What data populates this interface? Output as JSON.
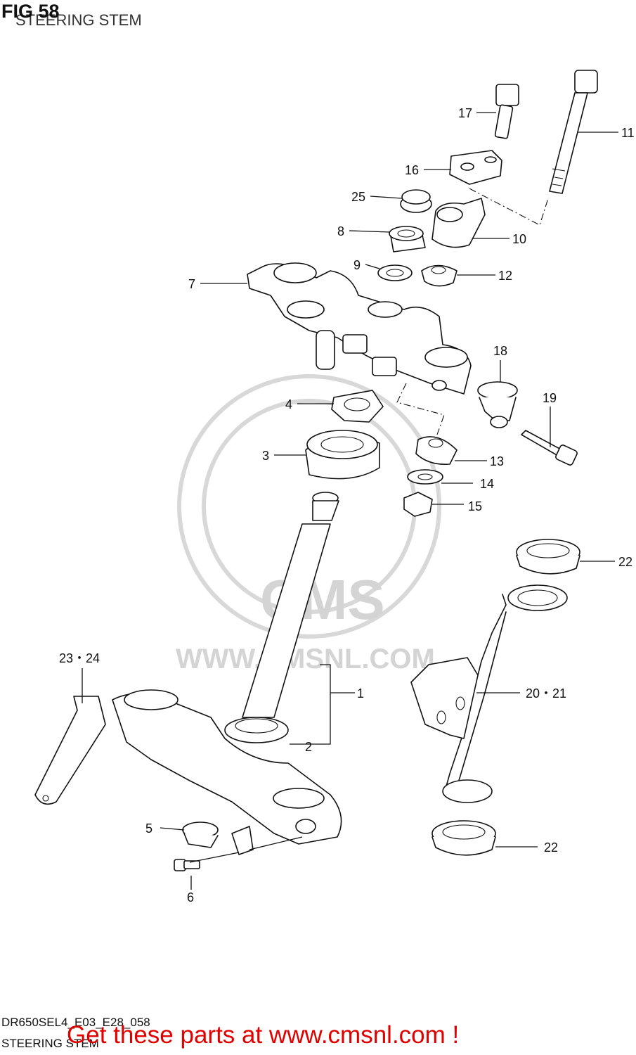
{
  "header": {
    "fig_label": "FIG 58",
    "title": "STEERING STEM"
  },
  "watermark": {
    "brand": "CMS",
    "url": "WWW.CMSNL.COM"
  },
  "callouts": {
    "c1": "1",
    "c2": "2",
    "c3": "3",
    "c4": "4",
    "c5": "5",
    "c6": "6",
    "c7": "7",
    "c8": "8",
    "c9": "9",
    "c10": "10",
    "c11": "11",
    "c12": "12",
    "c13": "13",
    "c14": "14",
    "c15": "15",
    "c16": "16",
    "c17": "17",
    "c18": "18",
    "c19": "19",
    "c20_21": "20・21",
    "c22a": "22",
    "c22b": "22",
    "c23_24": "23・24",
    "c25": "25"
  },
  "footer": {
    "diagram_code": "DR650SEL4_E03_E28_058",
    "subtitle": "STEERING STEM",
    "link_text": "Get these parts at www.cmsnl.com !",
    "link_color": "#e00000"
  }
}
